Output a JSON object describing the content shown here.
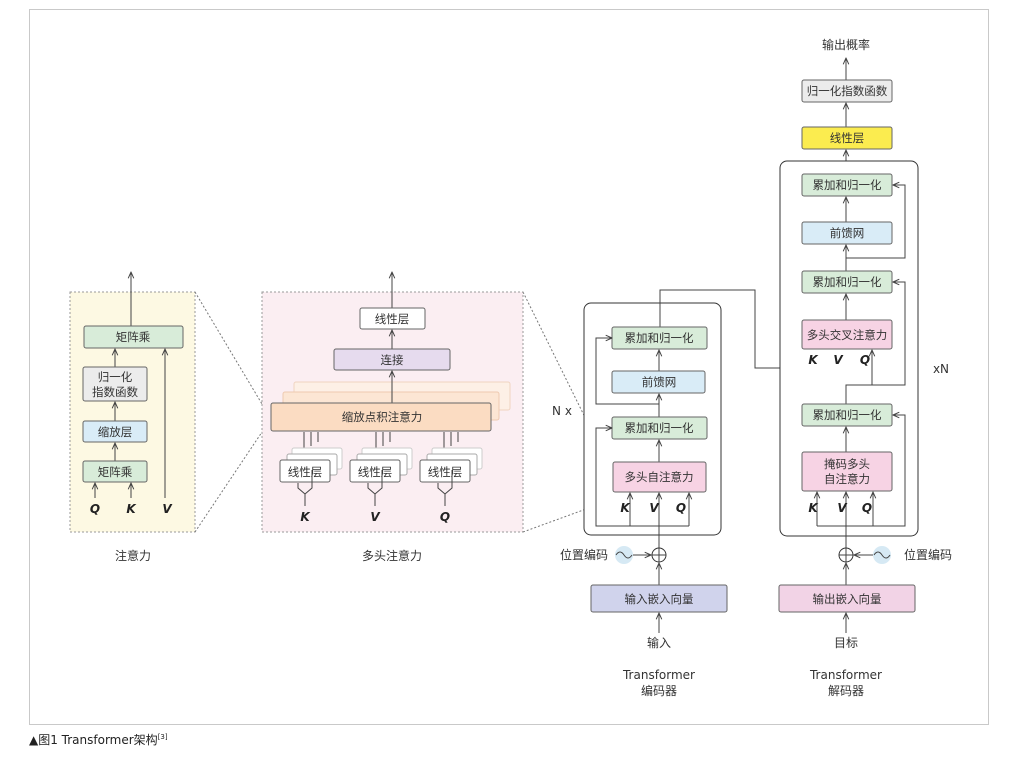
{
  "colors": {
    "green": "#d8ecd9",
    "blue": "#d9ecf7",
    "pink": "#f7d3e4",
    "lavender": "#d0d3ec",
    "mauve": "#e6dbee",
    "peach": "#fbdcc2",
    "yellow": "#fbec4f",
    "attention_panel_bg": "#fdf9e3",
    "multihead_panel_bg": "#fbeef2"
  },
  "attention": {
    "title": "注意力",
    "matmul_top": "矩阵乘",
    "softmax_line1": "归一化",
    "softmax_line2": "指数函数",
    "scale": "缩放层",
    "matmul_bottom": "矩阵乘",
    "q": "Q",
    "k": "K",
    "v": "V"
  },
  "multihead": {
    "title": "多头注意力",
    "linear_top": "线性层",
    "concat": "连接",
    "scaled_dot": "缩放点积注意力",
    "linear_k": "线性层",
    "linear_v": "线性层",
    "linear_q": "线性层",
    "k": "K",
    "v": "V",
    "q": "Q"
  },
  "encoder": {
    "nx": "N x",
    "addnorm_top": "累加和归一化",
    "ffn": "前馈网",
    "addnorm_bottom": "累加和归一化",
    "self_attention": "多头自注意力",
    "k": "K",
    "v": "V",
    "q": "Q",
    "pos_encoding": "位置编码",
    "input_embedding": "输入嵌入向量",
    "input": "输入",
    "name_line1": "Transformer",
    "name_line2": "编码器"
  },
  "decoder": {
    "output_prob": "输出概率",
    "softmax": "归一化指数函数",
    "linear": "线性层",
    "addnorm_top": "累加和归一化",
    "ffn": "前馈网",
    "addnorm_mid": "累加和归一化",
    "cross_attention": "多头交叉注意力",
    "k": "K",
    "v": "V",
    "q": "Q",
    "xn": "xN",
    "addnorm_bottom": "累加和归一化",
    "masked_line1": "掩码多头",
    "masked_line2": "自注意力",
    "pos_encoding": "位置编码",
    "output_embedding": "输出嵌入向量",
    "target": "目标",
    "name_line1": "Transformer",
    "name_line2": "解码器"
  },
  "caption": {
    "text": "▲图1 Transformer架构",
    "ref": "[3]"
  }
}
